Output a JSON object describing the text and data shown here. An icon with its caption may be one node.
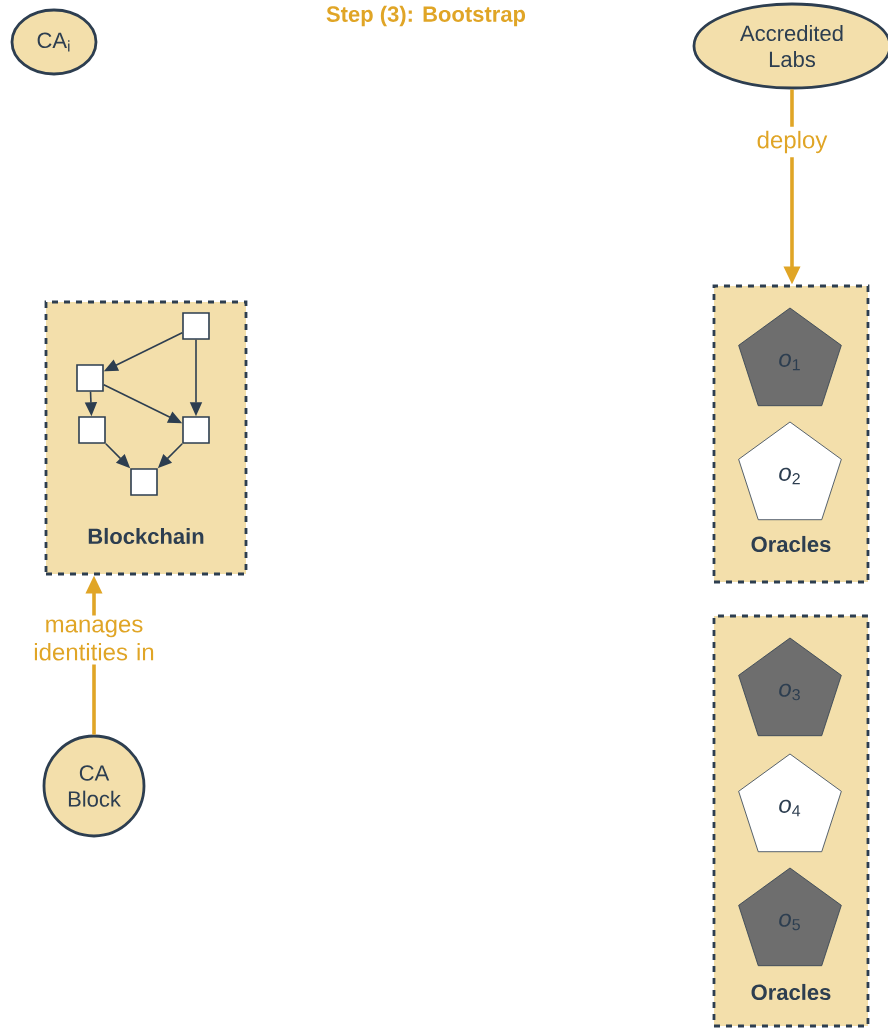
{
  "diagram": {
    "title": "Step (3): Bootstrap",
    "nodes": [
      {
        "text": [
          "CA$_{i}$"
        ]
      },
      {
        "text": [
          "Accredited Labs"
        ]
      },
      {
        "text": [
          "Blockchain"
        ]
      },
      {
        "text": [],
        "shape": "box",
        "in": 2
      },
      {
        "text": [],
        "shape": "box",
        "in": 2
      },
      {
        "text": [],
        "shape": "box",
        "in": 2
      },
      {
        "text": [],
        "shape": "box",
        "in": 2
      },
      {
        "text": [],
        "shape": "box",
        "in": 2
      },
      {
        "text": [
          "CA Block"
        ]
      },
      {
        "text": [
          "Oracles"
        ]
      },
      {
        "text": [
          "*o*$_{1}$"
        ],
        "in": 9
      },
      {
        "text": [
          "*o*$_{2}$"
        ],
        "in": 9
      },
      {
        "text": [
          "Oracles"
        ]
      },
      {
        "text": [
          "*o*$_{3}$"
        ],
        "in": 12
      },
      {
        "text": [
          "*o*$_{4}$"
        ],
        "in": 12
      },
      {
        "text": [
          "*o*$_{5}$"
        ],
        "in": 12
      }
    ],
    "edges": [
      {
        "from": 1,
        "to": 9,
        "arrow": "to",
        "label": "deploy",
        "color": "#e0a526"
      },
      {
        "from": 8,
        "to": 2,
        "arrow": "to",
        "label": "manages identities in",
        "color": "#e0a526"
      },
      {
        "from": 3,
        "to": 4,
        "arrow": "to"
      },
      {
        "from": 3,
        "to": 6,
        "arrow": "to"
      },
      {
        "from": 4,
        "to": 5,
        "arrow": "to"
      },
      {
        "from": 4,
        "to": 6,
        "arrow": "to"
      },
      {
        "from": 5,
        "to": 7,
        "arrow": "to"
      },
      {
        "from": 6,
        "to": 7,
        "arrow": "to"
      }
    ]
  }
}
